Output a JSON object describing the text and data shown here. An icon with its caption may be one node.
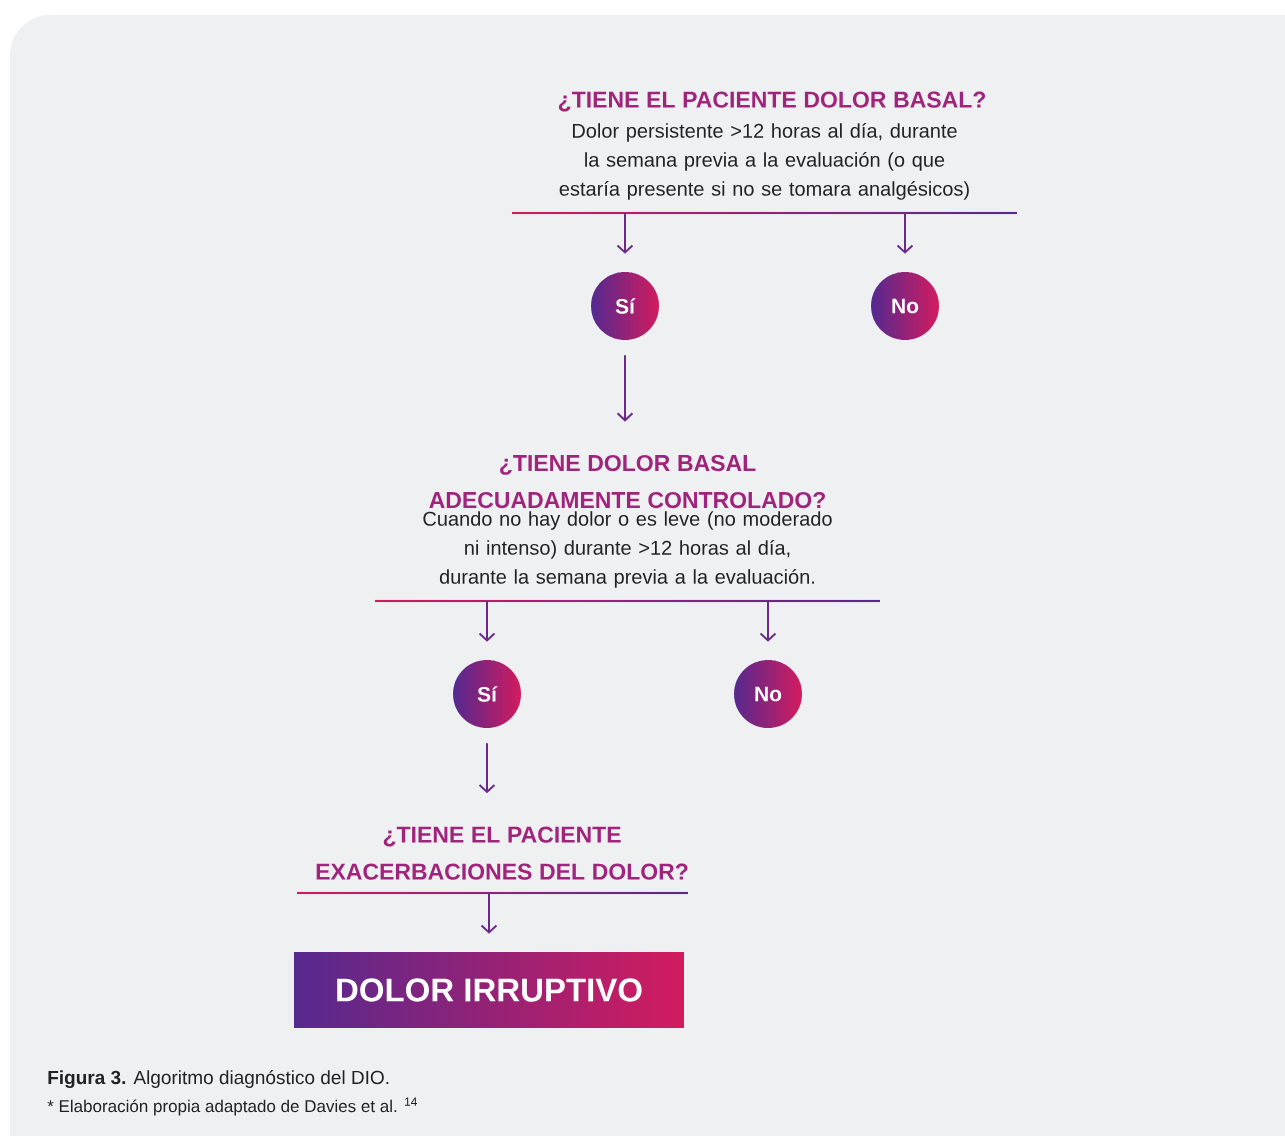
{
  "diagram": {
    "caption": "**Figura 3.** Algoritmo diagnóstico del DIO.",
    "nodes": [
      {
        "text": [
          "¿TIENE EL PACIENTE DOLOR BASAL?",
          "Dolor persistente >12 horas al día, durante la semana previa a la evaluación (o que estaría presente si no se tomara analgésicos)"
        ]
      },
      {
        "text": [
          "Sí"
        ]
      },
      {
        "text": [
          "No"
        ]
      },
      {
        "text": [
          "¿TIENE DOLOR BASAL ADECUADAMENTE CONTROLADO?",
          "Cuando no hay dolor o es leve (no moderado ni intenso) durante >12 horas al día, durante la semana previa a la evaluación."
        ]
      },
      {
        "text": [
          "Sí"
        ]
      },
      {
        "text": [
          "No"
        ]
      },
      {
        "text": [
          "¿TIENE EL PACIENTE EXACERBACIONES DEL DOLOR?"
        ]
      },
      {
        "text": [
          "DOLOR IRRUPTIVO"
        ]
      }
    ],
    "edges": [
      {
        "from": 0,
        "to": 1,
        "arrow": "to"
      },
      {
        "from": 0,
        "to": 2,
        "arrow": "to"
      },
      {
        "from": 1,
        "to": 3,
        "arrow": "to"
      },
      {
        "from": 3,
        "to": 4,
        "arrow": "to"
      },
      {
        "from": 3,
        "to": 5,
        "arrow": "to"
      },
      {
        "from": 4,
        "to": 6,
        "arrow": "to"
      },
      {
        "from": 6,
        "to": 7,
        "arrow": "to"
      }
    ],
    "labels": [
      "* Elaboración propia adaptado de Davies et al. $^{14}$"
    ]
  }
}
